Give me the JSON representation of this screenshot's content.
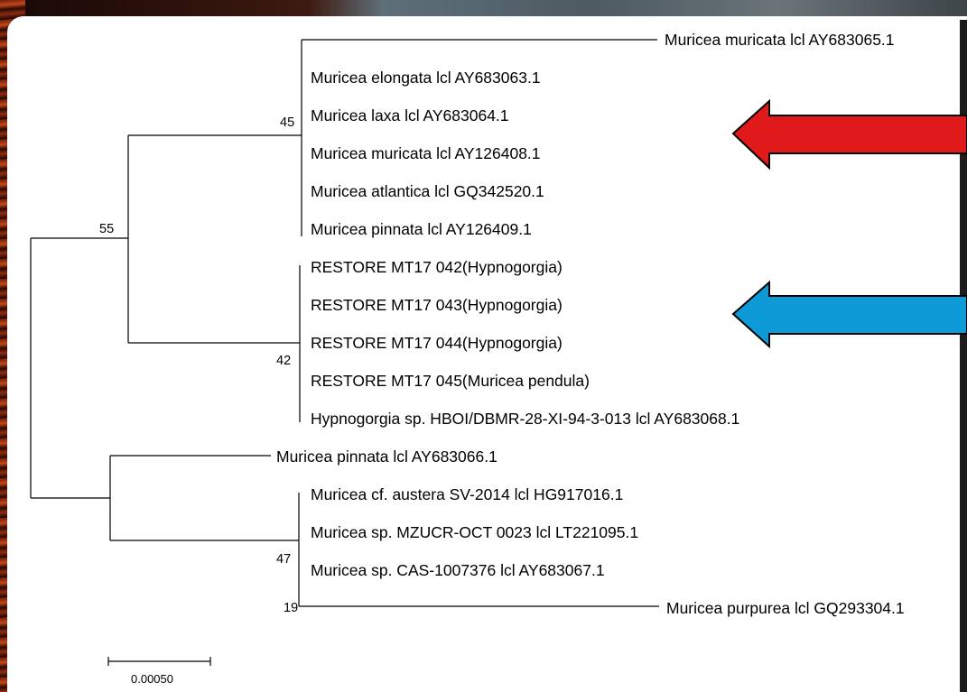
{
  "tree": {
    "taxa": [
      "Muricea muricata lcl AY683065.1",
      "Muricea elongata lcl AY683063.1",
      "Muricea laxa lcl AY683064.1",
      "Muricea muricata lcl AY126408.1",
      "Muricea atlantica lcl GQ342520.1",
      "Muricea pinnata lcl AY126409.1",
      "RESTORE MT17 042(Hypnogorgia)",
      "RESTORE MT17 043(Hypnogorgia)",
      "RESTORE MT17 044(Hypnogorgia)",
      "RESTORE MT17 045(Muricea pendula)",
      "Hypnogorgia sp. HBOI/DBMR-28-XI-94-3-013 lcl AY683068.1",
      "Muricea pinnata lcl AY683066.1",
      "Muricea cf. austera SV-2014 lcl HG917016.1",
      "Muricea sp. MZUCR-OCT 0023 lcl LT221095.1",
      "Muricea sp. CAS-1007376 lcl AY683067.1",
      "Muricea purpurea lcl GQ293304.1"
    ],
    "bootstrap": {
      "muricea_clade": "45",
      "upper_clade": "55",
      "restore_clade": "42",
      "lower_subclade": "47",
      "purpurea_node": "19"
    },
    "scale_bar_label": "0.00050"
  },
  "arrows": [
    {
      "name": "red-arrow",
      "color": "#e0191b"
    },
    {
      "name": "blue-arrow",
      "color": "#0d9ad6"
    }
  ],
  "colors": {
    "panel": "#ffffff",
    "branch": "#000000"
  }
}
